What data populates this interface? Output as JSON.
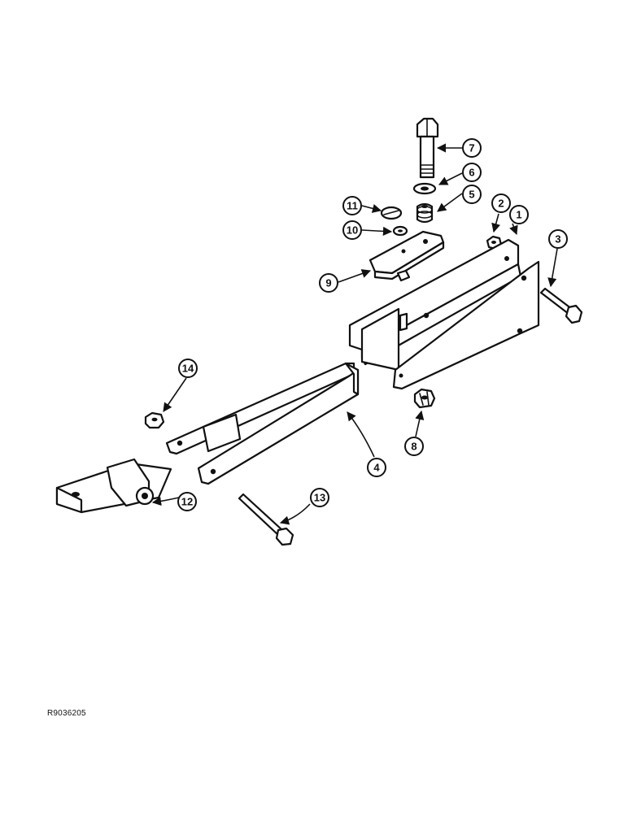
{
  "figure_ref": "R9036205",
  "callouts": [
    "1",
    "2",
    "3",
    "4",
    "5",
    "6",
    "7",
    "8",
    "9",
    "10",
    "11",
    "12",
    "13",
    "14"
  ]
}
